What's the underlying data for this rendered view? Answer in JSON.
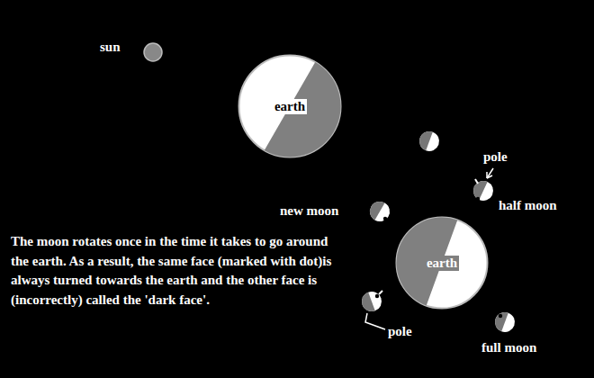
{
  "diagram": {
    "nodes": [
      {
        "text": [
          "earth"
        ]
      },
      {
        "text": [
          "earth"
        ]
      }
    ],
    "labels": [
      "sun",
      "pole",
      "half moon",
      "new moon",
      "pole",
      "full moon",
      "The moon rotates once in the time it takes to go around the earth. As a result, the same face (marked with dot)is always turned towards the earth and the other face is (incorrectly) called the 'dark face'."
    ]
  }
}
